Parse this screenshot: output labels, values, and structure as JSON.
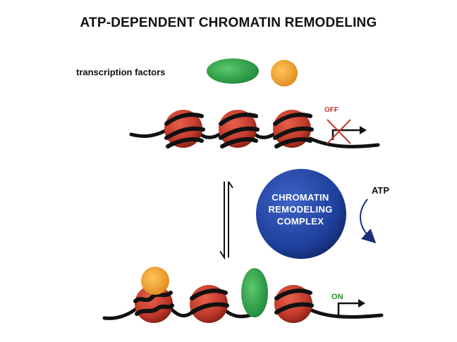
{
  "title": "ATP-DEPENDENT CHROMATIN REMODELING",
  "transcription_factors_label": "transcription factors",
  "off_label": "OFF",
  "on_label": "ON",
  "atp_label": "ATP",
  "complex": {
    "line1": "CHROMATIN",
    "line2": "REMODELING",
    "line3": "COMPLEX"
  },
  "colors": {
    "nucleosome": "#c0392b",
    "dna": "#111111",
    "tf_green": "#2fa84f",
    "tf_orange": "#f2a93b",
    "complex_blue": "#1e3f9a",
    "off_red": "#c0392b",
    "on_green": "#2e8b2e",
    "atp_arrow": "#1b2f7a"
  }
}
